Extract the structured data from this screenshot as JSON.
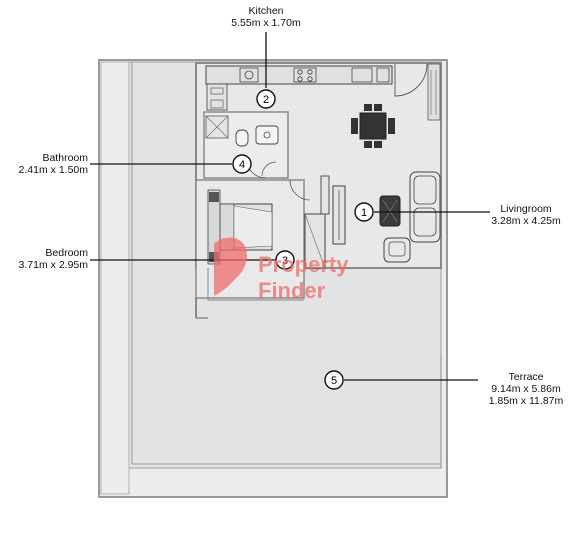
{
  "rooms": [
    {
      "number": "1",
      "name": "Livingroom",
      "dims": [
        "3.28m x 4.25m"
      ]
    },
    {
      "number": "2",
      "name": "Kitchen",
      "dims": [
        "5.55m x 1.70m"
      ]
    },
    {
      "number": "3",
      "name": "Bedroom",
      "dims": [
        "3.71m x 2.95m"
      ]
    },
    {
      "number": "4",
      "name": "Bathroom",
      "dims": [
        "2.41m x 1.50m"
      ]
    },
    {
      "number": "5",
      "name": "Terrace",
      "dims": [
        "9.14m x 5.86m",
        "1.85m x 11.87m"
      ]
    }
  ],
  "watermark": {
    "line1": "Property",
    "line2": "Finder",
    "color": "#ef5a5a"
  },
  "colors": {
    "floor": "#e6e6e6",
    "wall": "#9a9a9a",
    "line": "#111111",
    "fixture": "#3c3c3c"
  }
}
